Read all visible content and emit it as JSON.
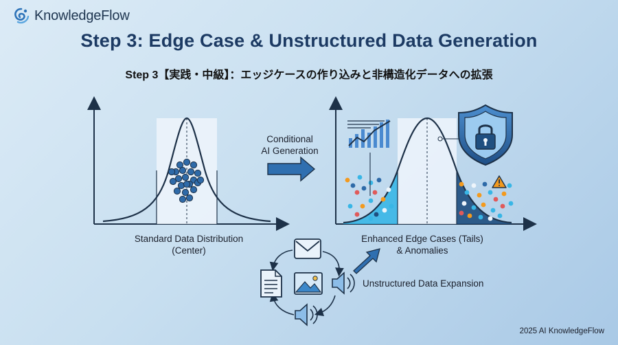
{
  "brand": {
    "name": "KnowledgeFlow",
    "logo_icon": "swirl-logo-icon"
  },
  "title": "Step 3: Edge Case & Unstructured Data Generation",
  "subtitle": "Step 3【実践・中級】：エッジケースの作り込みと非構造化データへの拡張",
  "arrow_label": {
    "line1": "Conditional",
    "line2": "AI Generation"
  },
  "left_panel": {
    "caption_line1": "Standard Data Distribution",
    "caption_line2": "(Center)"
  },
  "right_panel": {
    "caption_line1": "Enhanced Edge Cases (Tails)",
    "caption_line2": "& Anomalies"
  },
  "unstructured": {
    "label": "Unstructured Data Expansion",
    "icons": [
      "email-icon",
      "document-icon",
      "image-icon",
      "speaker-icon",
      "speaker-icon"
    ]
  },
  "footer": "2025 AI KnowledgeFlow",
  "colors": {
    "title": "#1c3a63",
    "arrow": "#2f6fb0",
    "tail_left": "#38b6e6",
    "tail_right": "#1f4f80",
    "axis": "#1d3148"
  }
}
